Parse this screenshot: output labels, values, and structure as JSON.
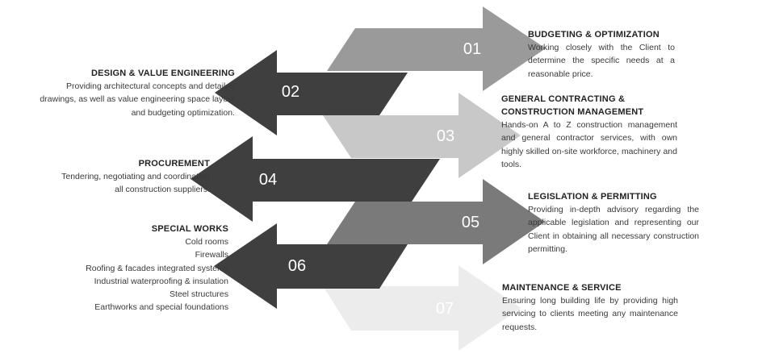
{
  "steps": [
    {
      "number": "01",
      "title": "BUDGETING & OPTIMIZATION",
      "description": "Working closely with the Client to determine the specific needs at a reasonable price.",
      "color": "#9a9a9a"
    },
    {
      "number": "02",
      "title": "DESIGN & VALUE ENGINEERING",
      "description": "Providing architectural concepts and detailed drawings, as well as value engineering space layout and budgeting optimization.",
      "color": "#3f3f3f"
    },
    {
      "number": "03",
      "title_lines": [
        "GENERAL CONTRACTING &",
        "CONSTRUCTION MANAGEMENT"
      ],
      "description": "Hands-on A to Z construction management and general contractor services, with own highly skilled on-site workforce, machinery and tools.",
      "color": "#c8c8c8"
    },
    {
      "number": "04",
      "title": "PROCUREMENT",
      "description_lines": [
        "Tendering, negotiating and coordinating",
        "all construction suppliers."
      ],
      "color": "#3f3f3f"
    },
    {
      "number": "05",
      "title": "LEGISLATION & PERMITTING",
      "description": "Providing in-depth advisory regarding the applicable legislation and representing our Client in obtaining all necessary construction permitting.",
      "color": "#7a7a7a"
    },
    {
      "number": "06",
      "title": "SPECIAL WORKS",
      "items": [
        "Cold rooms",
        "Firewalls",
        "Roofing & facades integrated systems",
        "Industrial waterproofing  & insulation",
        "Steel structures",
        "Earthworks and special foundations"
      ],
      "color": "#3f3f3f"
    },
    {
      "number": "07",
      "title": "MAINTENANCE & SERVICE",
      "description": "Ensuring long building life by providing high servicing to clients meeting any maintenance requests.",
      "color": "#ececec"
    }
  ]
}
